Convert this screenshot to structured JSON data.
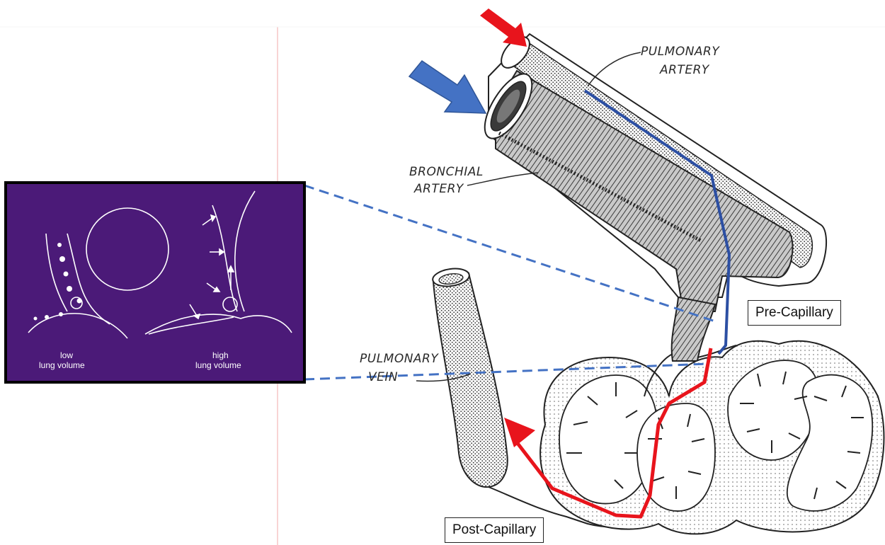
{
  "labels": {
    "pulmonary_artery": [
      "PULMONARY",
      "ARTERY"
    ],
    "bronchial_artery": [
      "BRONCHIAL",
      "ARTERY"
    ],
    "pulmonary_vein": [
      "PULMONARY",
      "VEIN"
    ],
    "pre_capillary": "Pre-Capillary",
    "post_capillary": "Post-Capillary"
  },
  "inset": {
    "low": [
      "low",
      "lung volume"
    ],
    "high": [
      "high",
      "lung volume"
    ]
  },
  "colors": {
    "inset_bg": "#4b1a78",
    "flow_red": "#e8141c",
    "flow_blue": "#2c4fa3",
    "arrow_blue": "#4472c4",
    "dash_blue": "#4472c4",
    "divider": "#f2b8b8"
  }
}
